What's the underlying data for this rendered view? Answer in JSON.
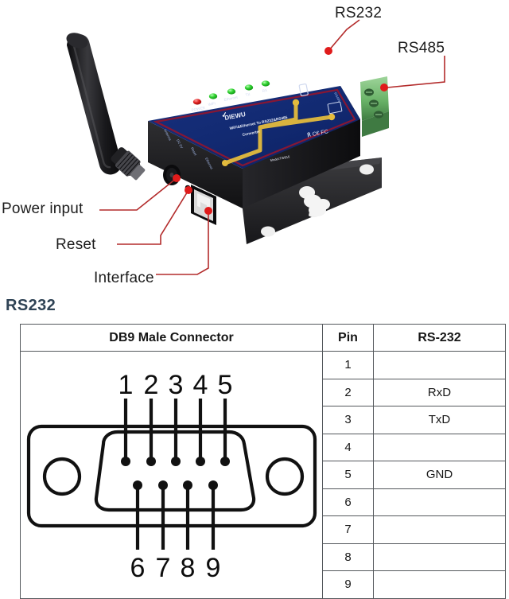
{
  "photo": {
    "alt_name": "wifi-ethernet-to-rs232-rs485-converter-photo",
    "device_brand": "DIEWU",
    "device_title_line1": "WiFi&Ethernet To RS232&RS485",
    "device_title_line2": "Converter",
    "device_model": "Model:TW815",
    "leds": [
      {
        "name": "POWER",
        "color": "#d61f1f"
      },
      {
        "name": "WiFi",
        "color": "#22c425"
      },
      {
        "name": "Ethernet",
        "color": "#22c425"
      },
      {
        "name": "TX",
        "color": "#22c425"
      },
      {
        "name": "RX",
        "color": "#22c425"
      }
    ],
    "side_labels": [
      "Antenna",
      "DC 5V",
      "Reset",
      "Ethernet"
    ],
    "callouts": [
      {
        "id": "rs232",
        "label": "RS232"
      },
      {
        "id": "rs485",
        "label": "RS485"
      },
      {
        "id": "power",
        "label": "Power input"
      },
      {
        "id": "reset",
        "label": "Reset"
      },
      {
        "id": "interface",
        "label": "Interface"
      }
    ],
    "leader_color": "#b32b2b",
    "dot_color": "#e01b1b"
  },
  "section": {
    "heading": "RS232",
    "heading_color": "#2f4355"
  },
  "table": {
    "headers": {
      "diagram": "DB9 Male Connector",
      "pin": "Pin",
      "signal": "RS-232"
    },
    "rows": [
      {
        "pin": "1",
        "signal": ""
      },
      {
        "pin": "2",
        "signal": "RxD"
      },
      {
        "pin": "3",
        "signal": "TxD"
      },
      {
        "pin": "4",
        "signal": ""
      },
      {
        "pin": "5",
        "signal": "GND"
      },
      {
        "pin": "6",
        "signal": ""
      },
      {
        "pin": "7",
        "signal": ""
      },
      {
        "pin": "8",
        "signal": ""
      },
      {
        "pin": "9",
        "signal": ""
      }
    ]
  },
  "db9": {
    "top_pin_numbers": [
      "1",
      "2",
      "3",
      "4",
      "5"
    ],
    "bottom_pin_numbers": [
      "6",
      "7",
      "8",
      "9"
    ]
  }
}
